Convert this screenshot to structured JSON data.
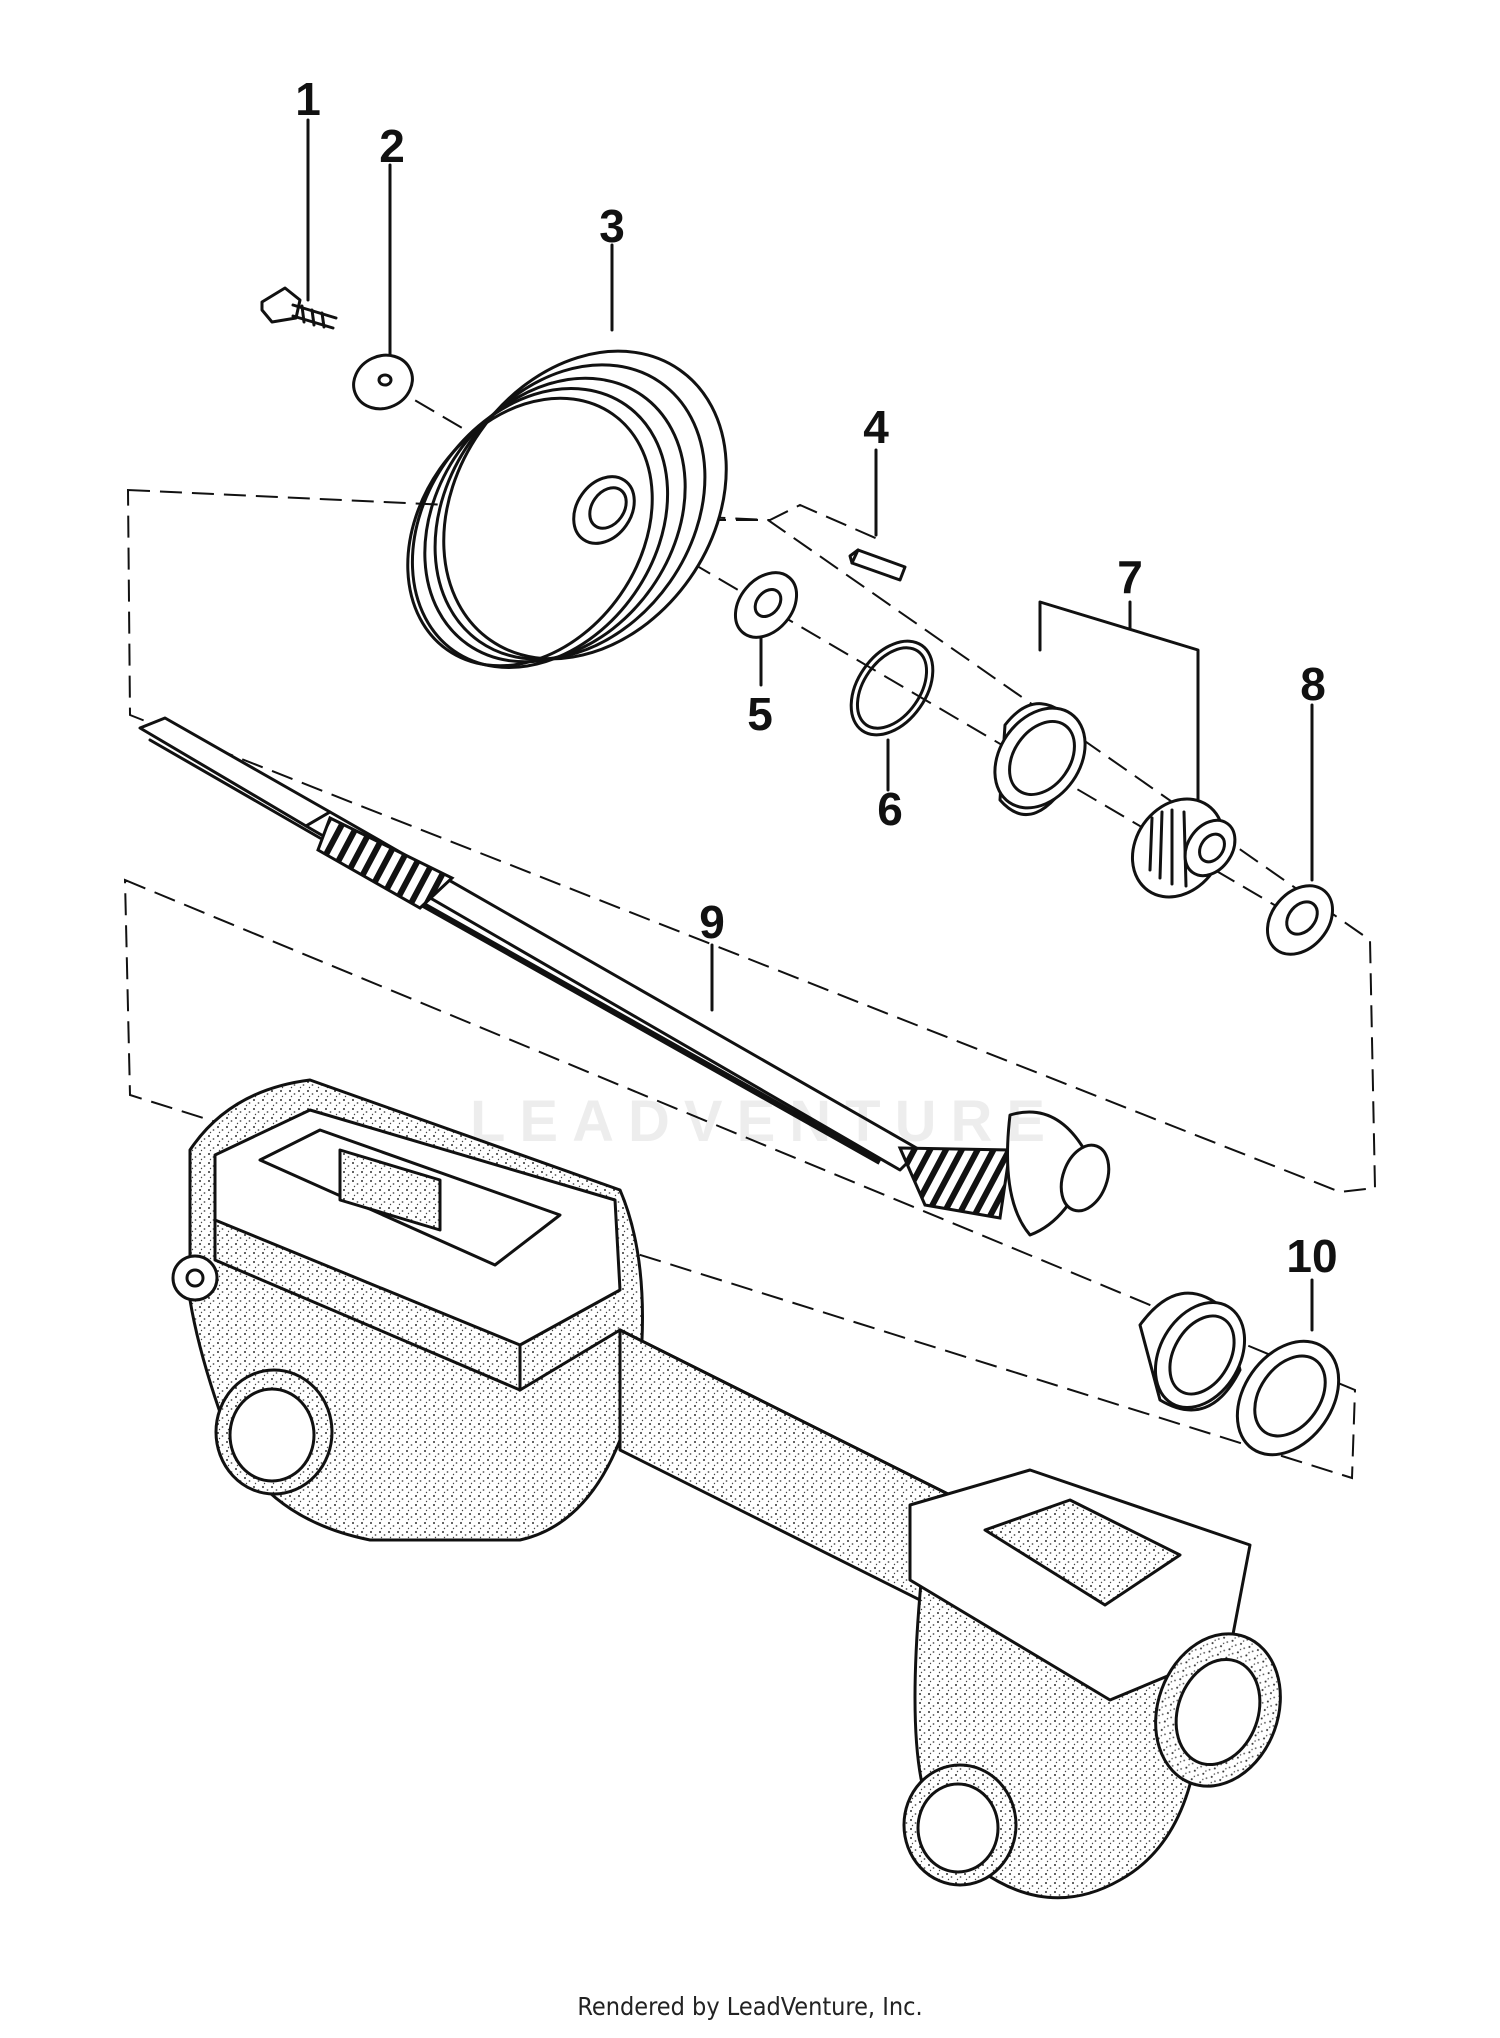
{
  "callouts": [
    {
      "id": "1",
      "label": "1"
    },
    {
      "id": "2",
      "label": "2"
    },
    {
      "id": "3",
      "label": "3"
    },
    {
      "id": "4",
      "label": "4"
    },
    {
      "id": "5",
      "label": "5"
    },
    {
      "id": "6",
      "label": "6"
    },
    {
      "id": "7",
      "label": "7"
    },
    {
      "id": "8",
      "label": "8"
    },
    {
      "id": "9",
      "label": "9"
    },
    {
      "id": "10",
      "label": "10"
    }
  ],
  "watermark": "LEADVENTURE",
  "footer": "Rendered by LeadVenture, Inc."
}
